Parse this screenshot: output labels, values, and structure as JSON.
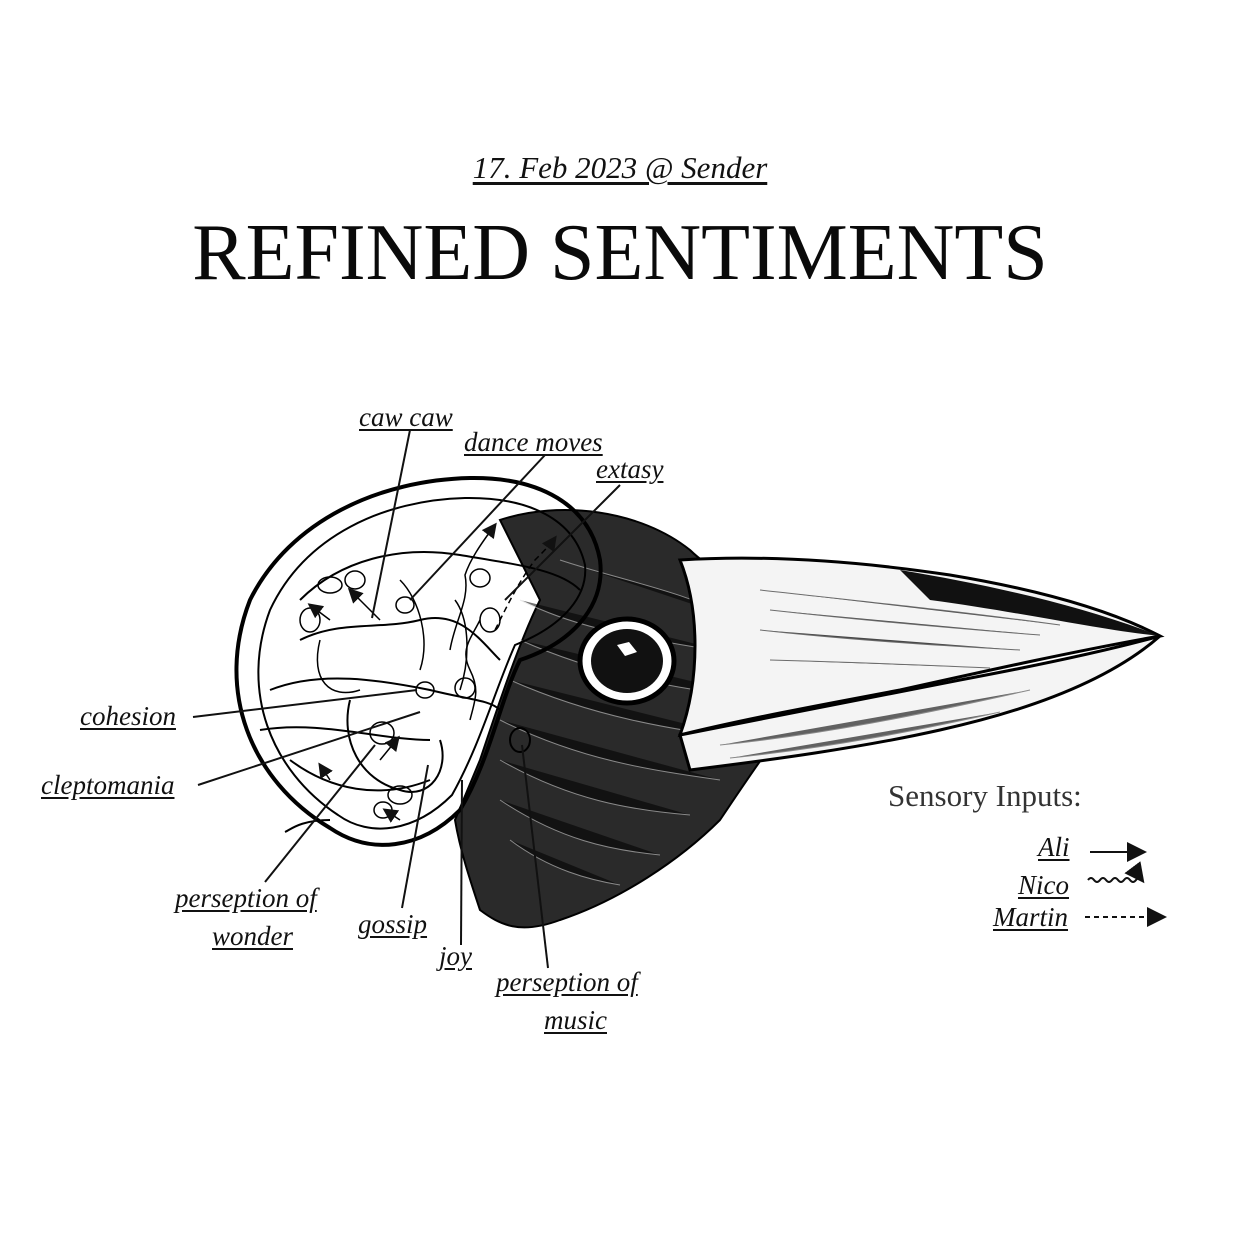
{
  "header": {
    "date_line": "17. Feb 2023 @ Sender",
    "title": "REFINED SENTIMENTS"
  },
  "labels": {
    "caw_caw": "caw caw",
    "dance_moves": "dance moves",
    "extasy": "extasy",
    "cohesion": "cohesion",
    "cleptomania": "cleptomania",
    "perseption_of_wonder_1": "perseption of",
    "perseption_of_wonder_2": "wonder",
    "gossip": "gossip",
    "joy": "joy",
    "perseption_of_music_1": "perseption of",
    "perseption_of_music_2": "music"
  },
  "legend": {
    "title": "Sensory Inputs:",
    "items": [
      {
        "name": "Ali",
        "line_style": "solid-arrow"
      },
      {
        "name": "Nico",
        "line_style": "wavy-arrow"
      },
      {
        "name": "Martin",
        "line_style": "dashed-arrow"
      }
    ]
  },
  "colors": {
    "ink": "#111111",
    "background": "#ffffff"
  }
}
